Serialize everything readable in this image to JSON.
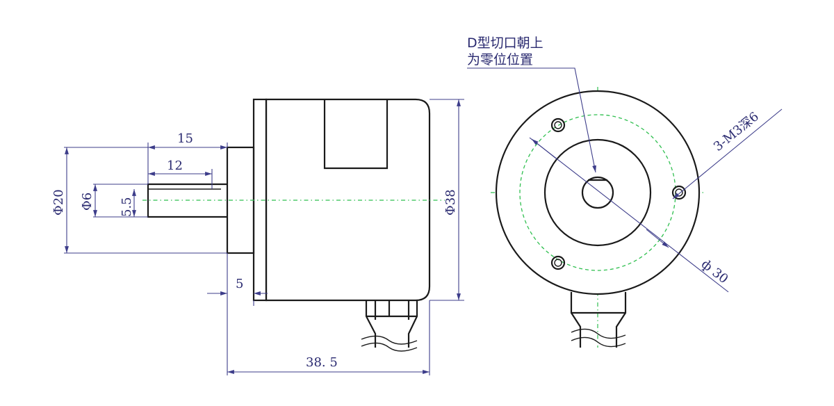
{
  "colors": {
    "outline": "#1a1a1a",
    "dimension": "#3d3d8a",
    "centerline": "#2fbf4f",
    "text": "#2a2a70"
  },
  "side_view": {
    "dim_15": "15",
    "dim_12": "12",
    "dim_phi20": "Φ20",
    "dim_phi6": "Φ6",
    "dim_5_5": "5.5",
    "dim_5": "5",
    "dim_phi38": "Φ38",
    "dim_38_5": "38. 5"
  },
  "front_view": {
    "note_line1": "D型切口朝上",
    "note_line2": "为零位位置",
    "hole_label": "3-M3深6",
    "dim_phi30": "ф 30"
  }
}
